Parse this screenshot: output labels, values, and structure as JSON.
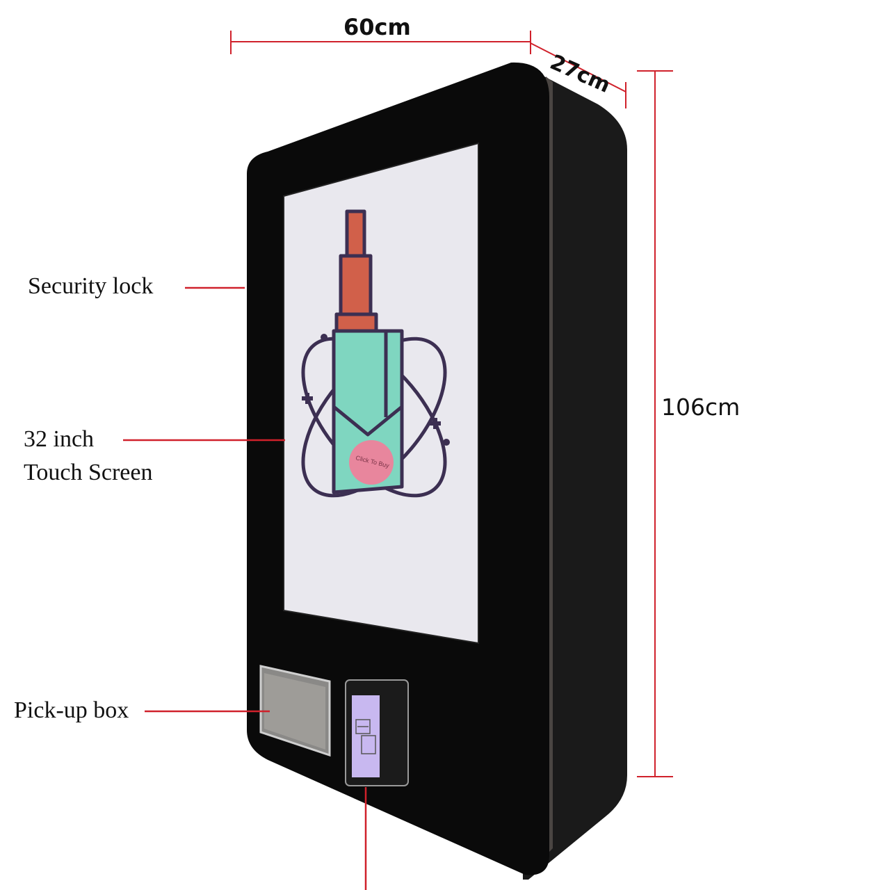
{
  "dimensions": {
    "width_label": "60cm",
    "depth_label": "27cm",
    "height_label": "106cm"
  },
  "callouts": {
    "security_lock": "Security lock",
    "touch_screen_line1": "32 inch",
    "touch_screen_line2": "Touch Screen",
    "pickup_box": "Pick-up box"
  },
  "screen": {
    "cta_label": "Click To Buy"
  },
  "colors": {
    "cabinet": "#0a0a0a",
    "callout_line": "#d0212b",
    "screen_bg": "#e9e8ee",
    "product_red": "#d1604a",
    "product_teal": "#7fd6c0",
    "outline": "#3c2f52",
    "cta_pink": "#e8869d",
    "payment_purple": "#c8b8f0"
  }
}
